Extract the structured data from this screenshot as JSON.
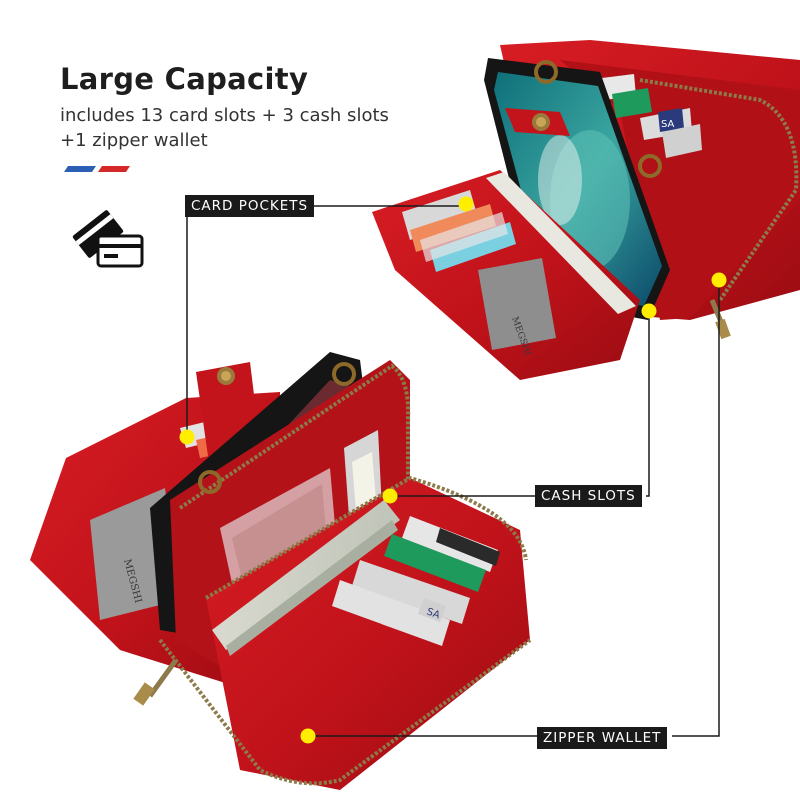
{
  "title": "Large Capacity",
  "subtitle_line1": "includes 13 card slots + 3 cash slots",
  "subtitle_line2": "+1 zipper wallet",
  "callouts": {
    "card_pockets": "CARD POCKETS",
    "cash_slots": "CASH SLOTS",
    "zipper_wallet": "ZIPPER WALLET"
  },
  "brand_imprint": "MEGSHI",
  "card_mark": "SA",
  "colors": {
    "leather": "#c8141b",
    "leather_dark": "#8e0c12",
    "accent_red": "#d62828",
    "accent_blue": "#2b5fb3",
    "marker": "#ffee00",
    "label_bg": "#1a1a1a"
  },
  "icons": [
    "credit-card-icon"
  ]
}
